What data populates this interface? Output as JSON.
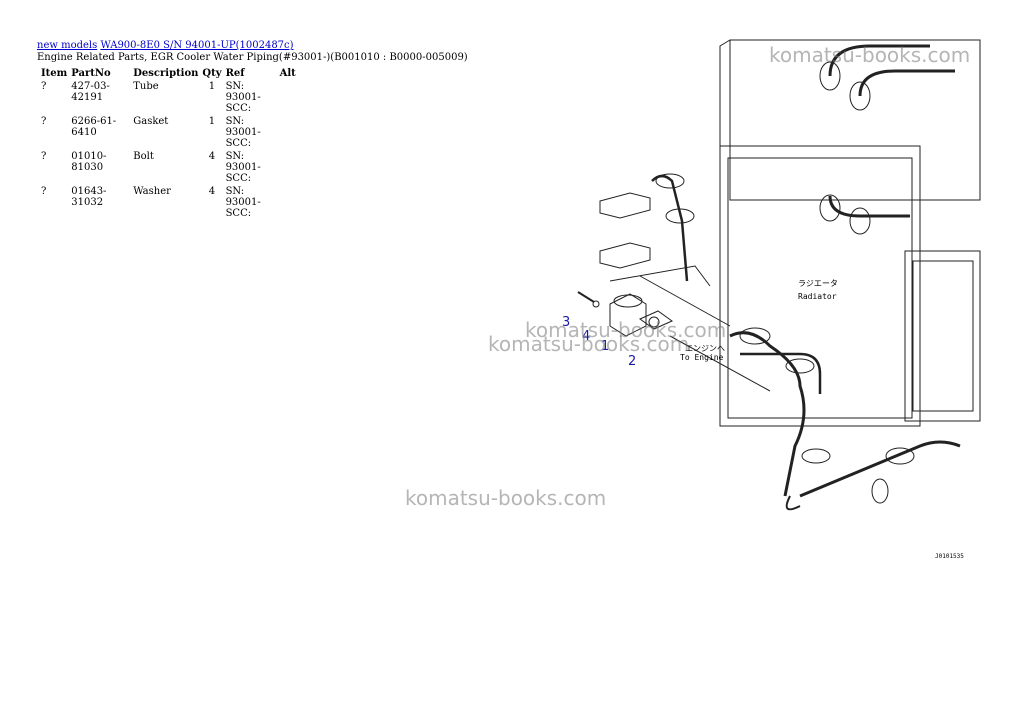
{
  "breadcrumb": {
    "link1": "new models",
    "link2": "WA900-8E0 S/N 94001-UP(1002487c)"
  },
  "title": "Engine Related Parts, EGR Cooler Water Piping(#93001-)(B001010 : B0000-005009)",
  "table": {
    "headers": [
      "Item",
      "PartNo",
      "Description",
      "Qty",
      "Ref",
      "Alt"
    ],
    "rows": [
      {
        "item": "?",
        "part": "427-03-42191",
        "desc": "Tube",
        "qty": "1",
        "ref": "SN: 93001-SCC:",
        "alt": ""
      },
      {
        "item": "?",
        "part": "6266-61-6410",
        "desc": "Gasket",
        "qty": "1",
        "ref": "SN: 93001-SCC:",
        "alt": ""
      },
      {
        "item": "?",
        "part": "01010-81030",
        "desc": "Bolt",
        "qty": "4",
        "ref": "SN: 93001-SCC:",
        "alt": ""
      },
      {
        "item": "?",
        "part": "01643-31032",
        "desc": "Washer",
        "qty": "4",
        "ref": "SN: 93001-SCC:",
        "alt": ""
      }
    ]
  },
  "watermark": "komatsu-books.com",
  "diagram": {
    "callouts": [
      "1",
      "2",
      "3",
      "4"
    ],
    "radiator_jp": "ラジエータ",
    "radiator_en": "Radiator",
    "engine_jp": "エンジンへ",
    "engine_en": "To Engine",
    "code": "J0101535"
  },
  "colors": {
    "link": "#0000cc",
    "callout": "#1a1aa8"
  }
}
